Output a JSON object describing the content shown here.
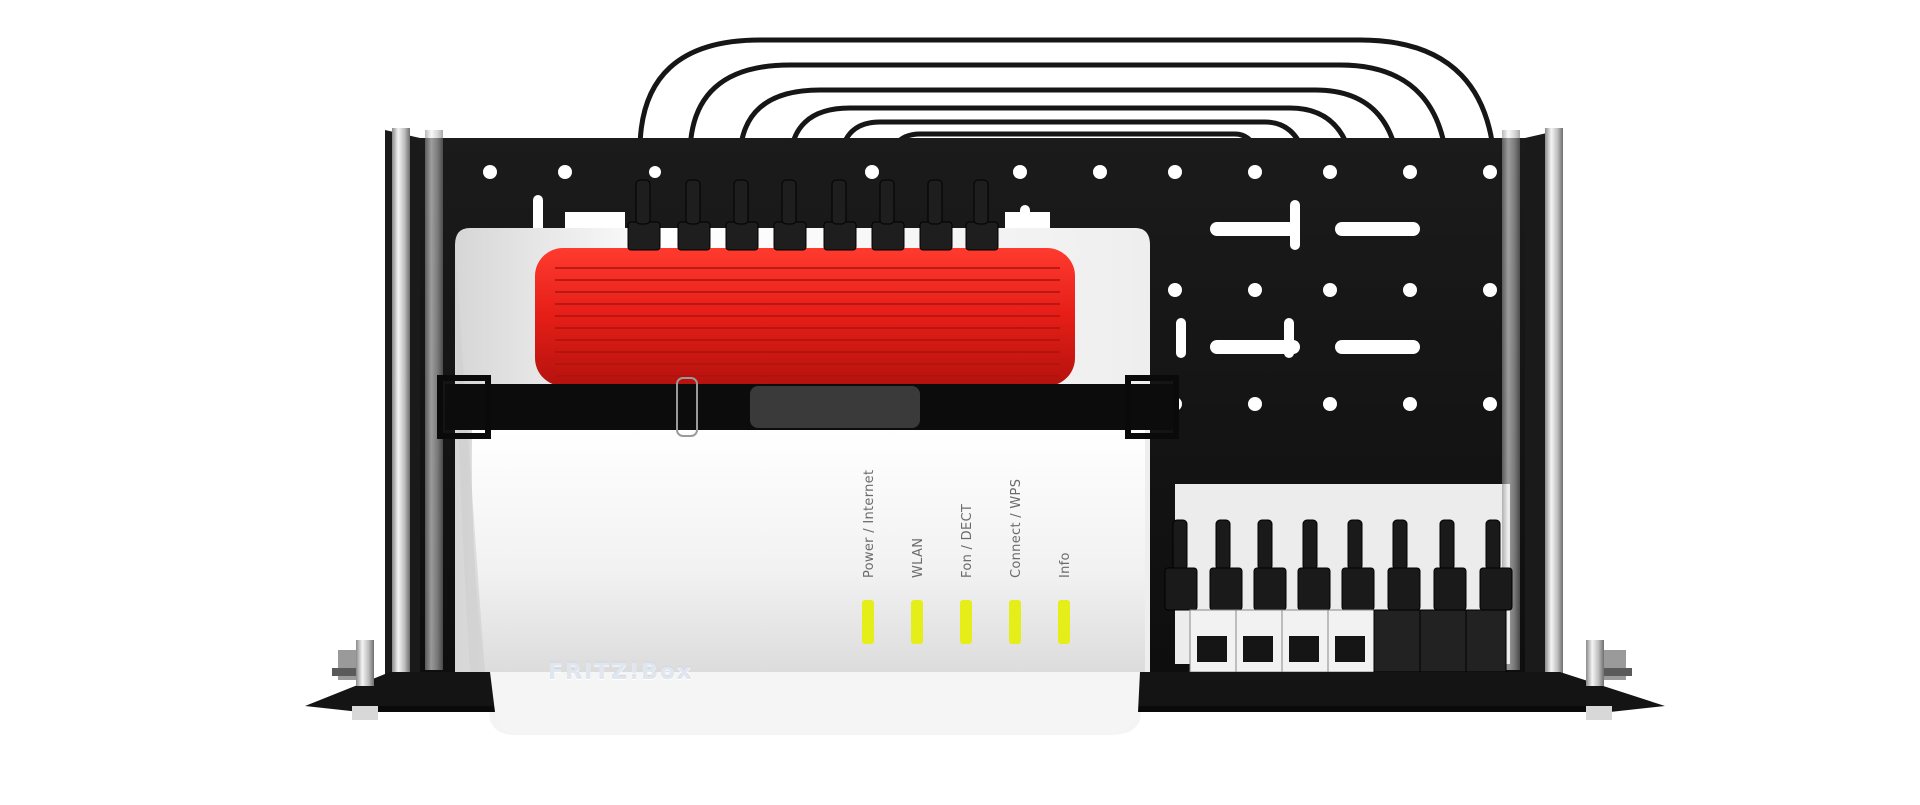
{
  "image": {
    "subject": "router-in-rack-shelf"
  },
  "led_labels": {
    "power": "Power / Internet",
    "wlan": "WLAN",
    "fon": "Fon / DECT",
    "connect": "Connect / WPS",
    "info": "Info"
  },
  "brand": {
    "logo_text": "FRITZ!Box"
  },
  "colors": {
    "router_red": "#e41e17",
    "led_yellow": "#e6ee1a",
    "shelf_black": "#141414",
    "router_white": "#f2f2f2"
  }
}
